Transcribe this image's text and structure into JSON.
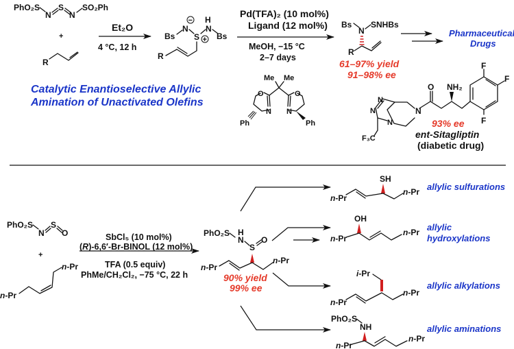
{
  "top_scheme": {
    "reagent_1": {
      "left": "PhO₂S",
      "n1": "N",
      "s": "S",
      "n2": "N",
      "right": "SO₂Ph"
    },
    "plus": "+",
    "olefin_label": "R",
    "step1_conditions": {
      "above": "Et₂O",
      "below": "4 °C, 12 h"
    },
    "intermediate": {
      "bs_left": "Bs",
      "n_left": "N",
      "minus_charge": "−",
      "s_center": "S",
      "plus_charge": "+",
      "h": "H",
      "n_right": "N",
      "bs_right": "Bs",
      "r": "R"
    },
    "step2_conditions": {
      "line1": "Pd(TFA)₂ (10 mol%)",
      "line2": "Ligand (12 mol%)",
      "line3": "MeOH, −15 °C",
      "line4": "2–7 days"
    },
    "ligand": {
      "me1": "Me",
      "me2": "Me",
      "o1": "O",
      "o2": "O",
      "n1": "N",
      "n2": "N",
      "ph1": "Ph",
      "ph2": "Ph"
    },
    "product": {
      "bs": "Bs",
      "n": "N",
      "snhbs": "SNHBs",
      "r": "R",
      "yield": "61–97% yield",
      "ee": "91–98% ee"
    },
    "downstream_label_1": "Pharmaceutical",
    "downstream_label_2": "Drugs",
    "title_line1": "Catalytic Enantioselective Allylic",
    "title_line2": "Amination of Unactivated Olefins",
    "sitagliptin": {
      "o": "O",
      "nh2": "NH₂",
      "f1": "F",
      "f2": "F",
      "f3": "F",
      "n_amide": "N",
      "n_a": "N",
      "n_b": "N",
      "n_c": "N",
      "cf3": "F₃C",
      "ee": "93% ee",
      "name": "ent-Sitagliptin",
      "note": "(diabetic drug)"
    }
  },
  "bottom_scheme": {
    "reagent": {
      "left": "PhO₂S",
      "n": "N",
      "s": "S",
      "o": "O"
    },
    "plus": "+",
    "olefin": {
      "npr_top": "n-Pr",
      "npr_bottom": "n-Pr"
    },
    "conditions": {
      "line1": "SbCl₅ (10 mol%)",
      "line2": "(R)-6,6′-Br-BINOL (12 mol%)",
      "line3": "TFA (0.5 equiv)",
      "line4": "PhMe/CH₂Cl₂, −75 °C, 22 h"
    },
    "product": {
      "pho2s": "PhO₂S",
      "h": "H",
      "n": "N",
      "s": "S",
      "o": "O",
      "npr_left": "n-Pr",
      "npr_right": "n-Pr",
      "yield": "90% yield",
      "ee": "99% ee"
    },
    "derivatives": [
      {
        "group": "SH",
        "npr_left": "n-Pr",
        "npr_right": "n-Pr",
        "label": "allylic sulfurations"
      },
      {
        "group": "OH",
        "npr_left": "n-Pr",
        "npr_right": "n-Pr",
        "label_line1": "allylic",
        "label_line2": "hydroxylations"
      },
      {
        "group": "i-Pr",
        "npr_left": "n-Pr",
        "npr_right": "n-Pr",
        "label": "allylic alkylations"
      },
      {
        "group_a": "PhO₂S",
        "group_b": "NH",
        "npr_left": "n-Pr",
        "npr_right": "n-Pr",
        "label": "allylic aminations"
      }
    ]
  },
  "colors": {
    "title_blue": "#1a35c8",
    "yield_red": "#e53a2a",
    "wedge_red": "#d11f1f"
  }
}
